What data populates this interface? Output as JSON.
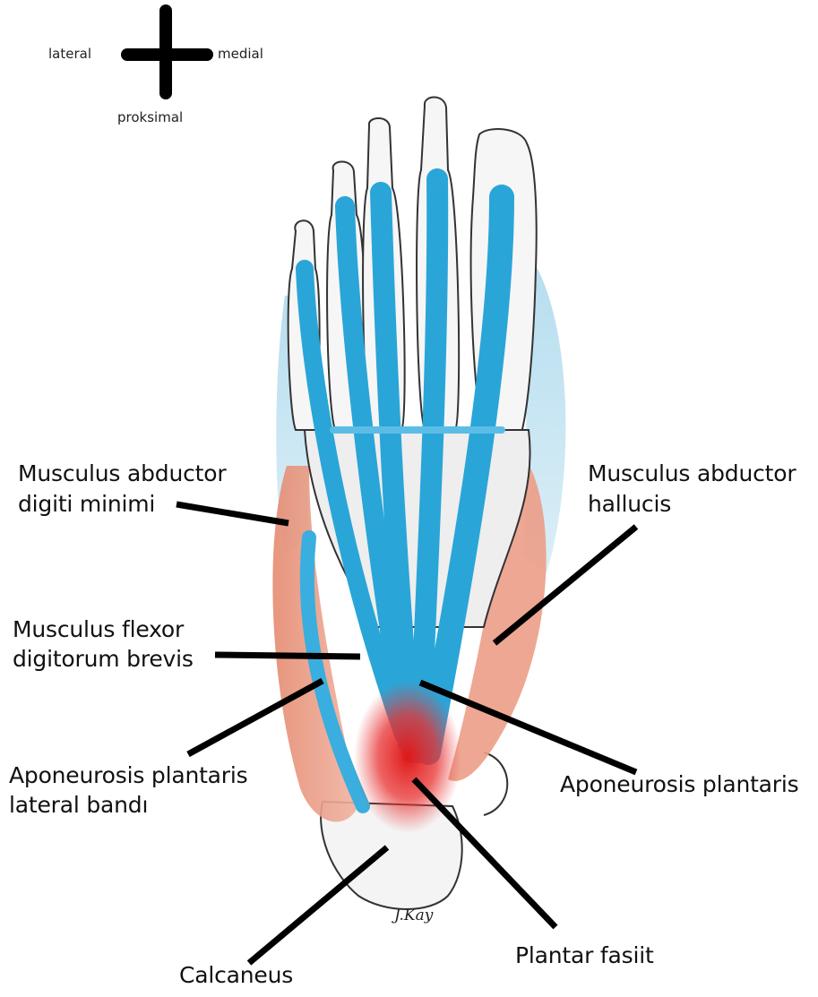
{
  "orientation": {
    "lateral": "lateral",
    "medial": "medial",
    "proximal": "proksimal"
  },
  "labels": {
    "abductor_digiti_minimi": [
      "Musculus abductor",
      "digiti minimi"
    ],
    "abductor_hallucis": [
      "Musculus abductor",
      "hallucis"
    ],
    "flexor_digitorum_brevis": [
      "Musculus flexor",
      "digitorum brevis"
    ],
    "aponeurosis_lateral": [
      "Aponeurosis plantaris",
      "lateral bandı"
    ],
    "aponeurosis_plantaris": "Aponeurosis plantaris",
    "calcaneus": "Calcaneus",
    "plantar_fasiit": "Plantar fasiit"
  },
  "signature": "J.Kay",
  "colors": {
    "tendon": "#2aa5d8",
    "muscle": "#e8957c",
    "inflammation": "#e02020",
    "bone": "#f2f2f2",
    "leader": "#000000"
  }
}
